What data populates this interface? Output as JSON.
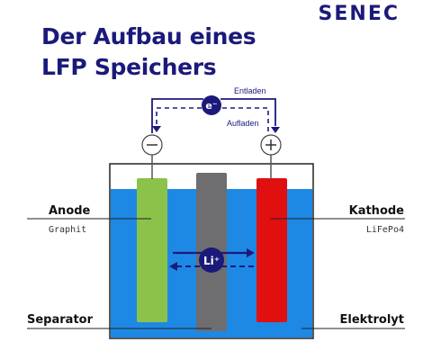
{
  "brand": "SENEC",
  "title_line1": "Der Aufbau eines",
  "title_line2": "LFP Speichers",
  "electron_label": "e⁻",
  "ion_label": "Li⁺",
  "flow": {
    "discharge": "Entladen",
    "charge": "Aufladen"
  },
  "labels": {
    "anode": "Anode",
    "anode_material": "Graphit",
    "cathode": "Kathode",
    "cathode_material": "LiFePo4",
    "separator": "Separator",
    "electrolyte": "Elektrolyt"
  },
  "colors": {
    "navy": "#1b1a7a",
    "electrolyte": "#1e88e5",
    "anode": "#8bc34a",
    "cathode": "#e01010",
    "separator": "#6e6e70"
  }
}
